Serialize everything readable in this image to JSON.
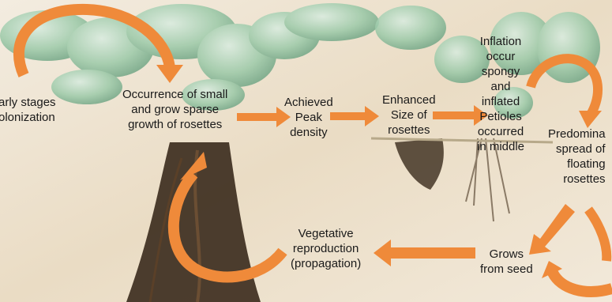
{
  "colors": {
    "arrow": "#ef8a3a",
    "background": "#efe6d6",
    "leaf": "#8fbfa0",
    "root": "#3a2a1c",
    "text": "#1a1a1a"
  },
  "labels": {
    "early_stages": [
      "arly stages",
      "olonization"
    ],
    "occurrence": [
      "Occurrence of small",
      "and grow sparse",
      "growth of rosettes"
    ],
    "peak_density": [
      "Achieved",
      "Peak",
      "density"
    ],
    "enhanced_size": [
      "Enhanced",
      "Size of",
      "rosettes"
    ],
    "inflation": [
      "Inflation",
      "occur",
      "spongy",
      "and",
      "inflated",
      "Petioles",
      "occurred",
      "in middle"
    ],
    "predominant": [
      "Predomina",
      "spread of",
      "floating",
      "rosettes"
    ],
    "grows_from_seed": [
      "Grows",
      "from seed"
    ],
    "vegetative": [
      "Vegetative",
      "reproduction",
      "(propagation)"
    ]
  }
}
